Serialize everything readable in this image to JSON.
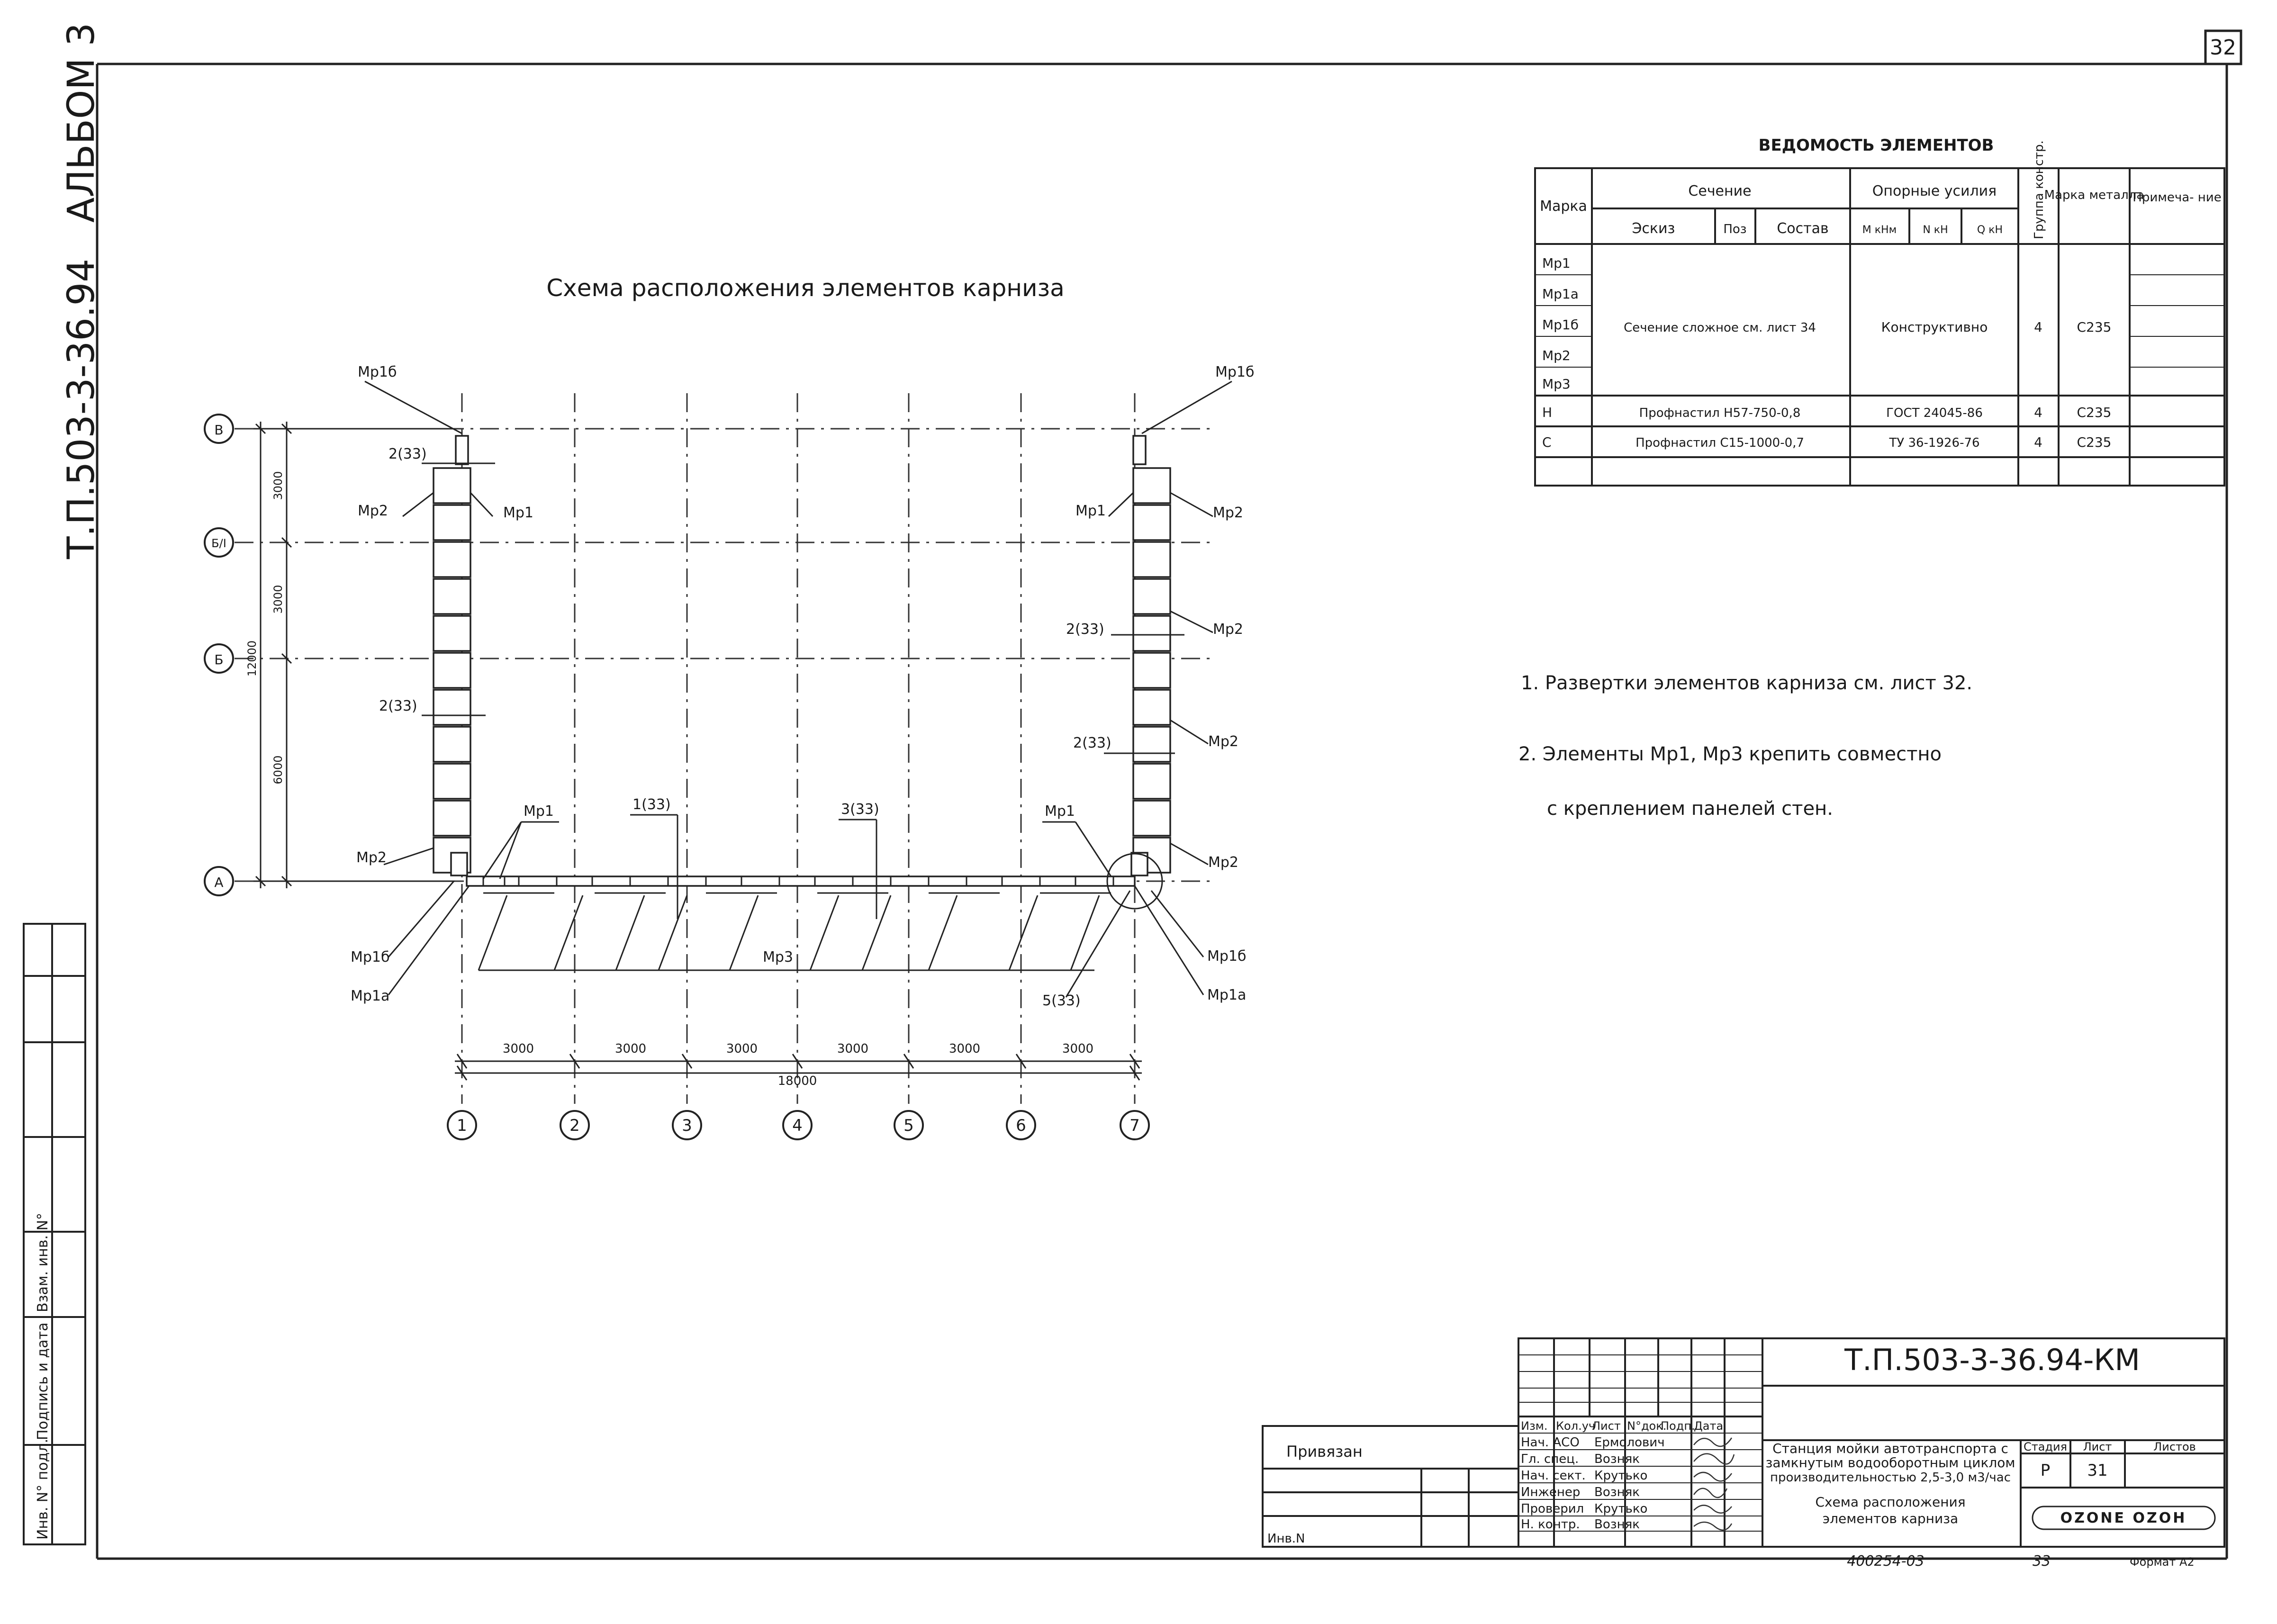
{
  "sheet_number": "32",
  "side": {
    "album": "АЛЬБОМ 3",
    "code": "Т.П.503-3-36.94",
    "stamp_labels": [
      "Инв. N° подл.",
      "Подпись и дата",
      "Взам. инв. N°"
    ]
  },
  "plan": {
    "title": "Схема расположения элементов карниза",
    "axes_cols": [
      "1",
      "2",
      "3",
      "4",
      "5",
      "6",
      "7"
    ],
    "axes_rows": [
      "В",
      "Б/I",
      "Б",
      "А"
    ],
    "dims_x": [
      "3000",
      "3000",
      "3000",
      "3000",
      "3000",
      "3000"
    ],
    "dim_total": "18000",
    "dims_y": [
      "3000",
      "3000",
      "6000"
    ],
    "dim_y_total": "12000",
    "labels": {
      "mp1b": "Мр1б",
      "mp1a": "Мр1а",
      "mp1": "Мр1",
      "mp2": "Мр2",
      "mp3": "Мр3",
      "s2": "2(33)",
      "s1": "1(33)",
      "s3": "3(33)",
      "s5": "5(33)"
    }
  },
  "table": {
    "title": "ВЕДОМОСТЬ ЭЛЕМЕНТОВ",
    "h_marka": "Марка",
    "h_sechenie": "Сечение",
    "h_opornye": "Опорные усилия",
    "h_gruppa": "Группа констр.",
    "h_marka_met": "Марка металла",
    "h_primech": "Примеча- ние",
    "h_eskiz": "Эскиз",
    "h_poz": "Поз",
    "h_sostav": "Состав",
    "h_m": "M кНм",
    "h_n": "N кН",
    "h_q": "Q кН",
    "marks": [
      "Мр1",
      "Мр1а",
      "Мр1б",
      "Мр2",
      "Мр3",
      "Н",
      "С"
    ],
    "group_section": "Сечение сложное см. лист 34",
    "group_efforts": "Конструктивно",
    "group_g": "4",
    "group_steel": "С235",
    "row_n_section": "Профнастил Н57-750-0,8",
    "row_n_std": "ГОСТ 24045-86",
    "row_n_g": "4",
    "row_n_steel": "С235",
    "row_c_section": "Профнастил С15-1000-0,7",
    "row_c_std": "ТУ 36-1926-76",
    "row_c_g": "4",
    "row_c_steel": "С235"
  },
  "notes": [
    "1. Развертки элементов карниза см. лист 32.",
    "2. Элементы Мр1, Мр3 крепить совместно",
    "с креплением панелей стен."
  ],
  "title_block": {
    "code": "Т.П.503-3-36.94-КМ",
    "privyazan": "Привязан",
    "inv": "Инв.N",
    "col_heads": [
      "Изм.",
      "Кол.уч",
      "Лист",
      "N°док.",
      "Подп.",
      "Дата"
    ],
    "roles": [
      "Нач. АСО",
      "Гл. спец.",
      "Нач. сект.",
      "Инженер",
      "Проверил",
      "Н. контр."
    ],
    "names": [
      "Ермолович",
      "Возняк",
      "Крутько",
      "Возняк",
      "Крутько",
      "Возняк"
    ],
    "project": [
      "Станция мойки автотранспорта с",
      "замкнутым водооборотным циклом",
      "производительностью 2,5-3,0 м3/час"
    ],
    "sheet_title": [
      "Схема расположения",
      "элементов карниза"
    ],
    "h_stage": "Стадия",
    "h_sheet": "Лист",
    "h_sheets": "Листов",
    "stage": "Р",
    "sheet": "31",
    "logo": "OZONE OZOH",
    "footer_code": "400254-03",
    "footer_num": "33",
    "format": "Формат А2"
  }
}
